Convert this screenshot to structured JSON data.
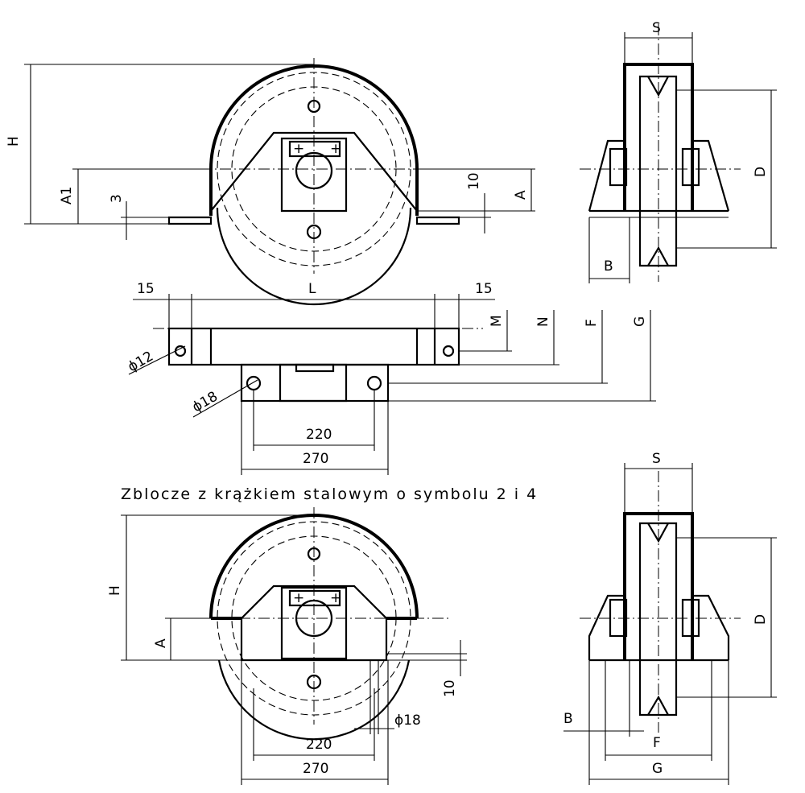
{
  "caption": "Zblocze z krążkiem stalowym o symbolu 2 i 4",
  "labels": {
    "H": "H",
    "A1": "A1",
    "three": "3",
    "ten": "10",
    "A": "A",
    "S": "S",
    "D": "D",
    "B": "B",
    "fifteen": "15",
    "L": "L",
    "M": "M",
    "N": "N",
    "F": "F",
    "G": "G",
    "phi12": "ϕ12",
    "phi18": "ϕ18",
    "d220": "220",
    "d270": "270"
  }
}
